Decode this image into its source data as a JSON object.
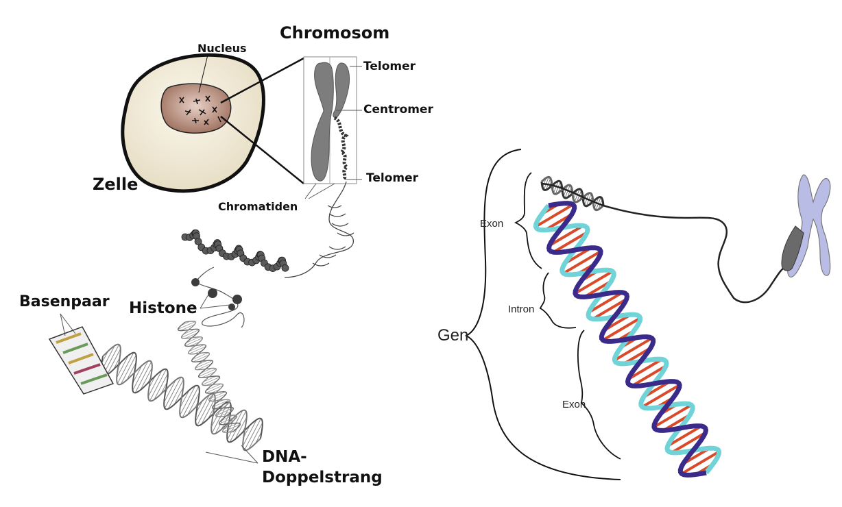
{
  "left_diagram": {
    "cell": {
      "label": "Zelle",
      "nucleus_label": "Nucleus"
    },
    "chromosome": {
      "title": "Chromosom",
      "labels": [
        "Telomer",
        "Centromer",
        "Telomer"
      ],
      "chromatids_label": "Chromatiden"
    },
    "histone_label": "Histone",
    "base_pair_label": "Basenpaar",
    "dna_label_line1": "DNA-",
    "dna_label_line2": "Doppelstrang"
  },
  "right_diagram": {
    "gene_label": "Gen",
    "segments": [
      "Exon",
      "Intron",
      "Exon"
    ]
  },
  "colors": {
    "cell_fill": "#efe6cf",
    "nucleus_fill": "#b48a78",
    "chromosome_gray": "#7a7a7a",
    "chromosome_blue": "#b9bde6",
    "dna_cyan": "#6fd3d8",
    "dna_purple": "#3a2a8a",
    "dna_rungs": "#d84a2a"
  }
}
